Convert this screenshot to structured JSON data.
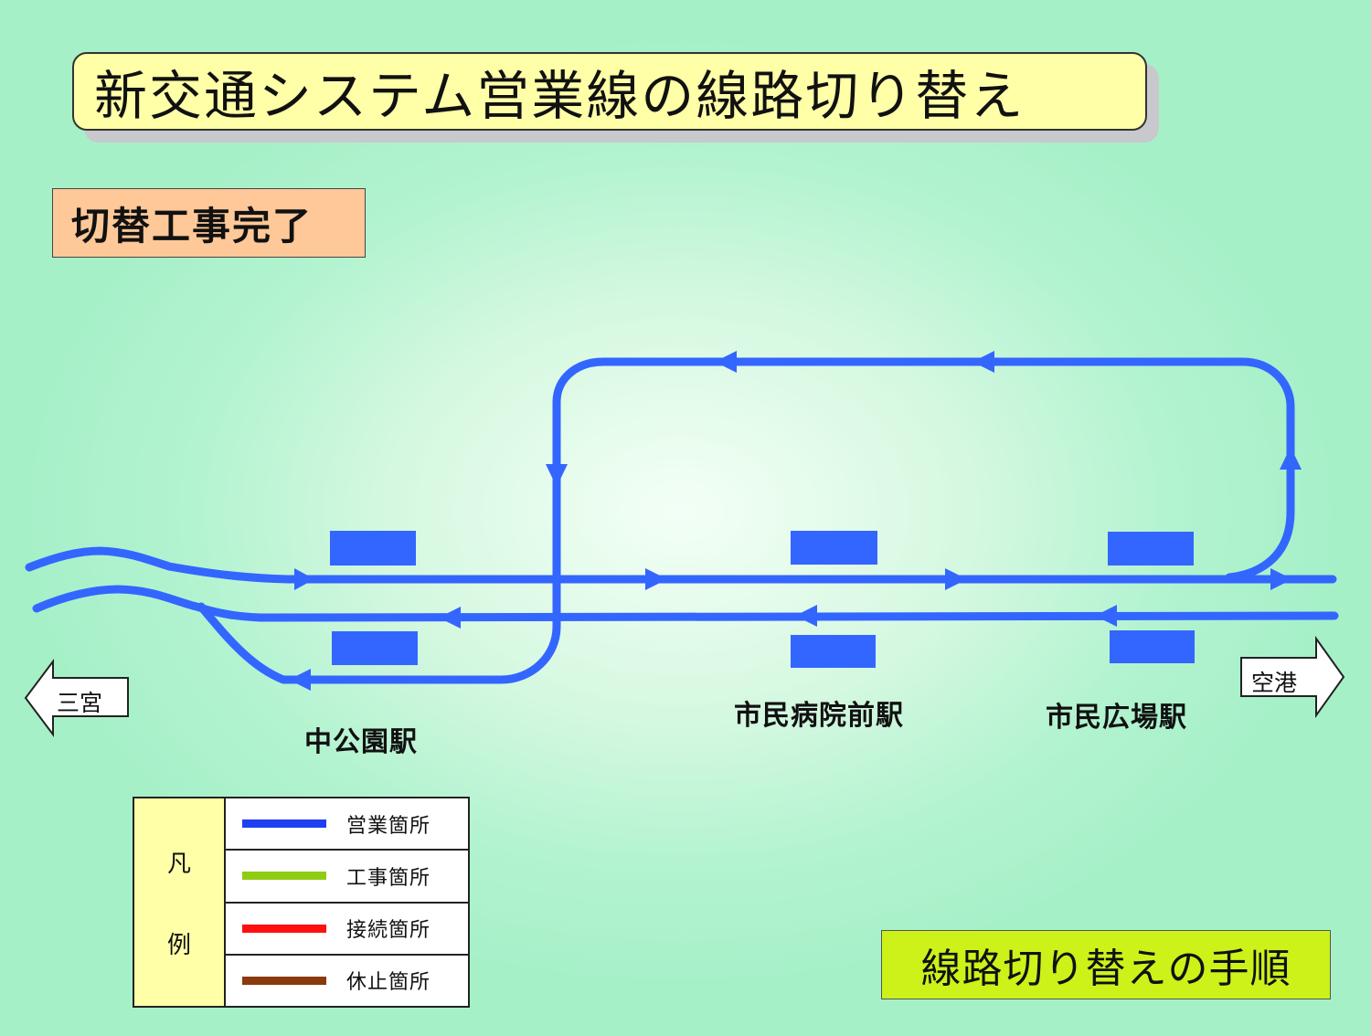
{
  "title": "新交通システム営業線の線路切り替え",
  "status": "切替工事完了",
  "stations": {
    "naka_koen": "中公園駅",
    "shimin_byoin": "市民病院前駅",
    "shimin_hiroba": "市民広場駅"
  },
  "directions": {
    "left": "三宮",
    "right": "空港"
  },
  "legend": {
    "heading_1": "凡",
    "heading_2": "例",
    "items": [
      {
        "label": "営業箇所",
        "color": "#1f3ff0"
      },
      {
        "label": "工事箇所",
        "color": "#8fcc14"
      },
      {
        "label": "接続箇所",
        "color": "#ff1010"
      },
      {
        "label": "休止箇所",
        "color": "#8a3a0c"
      }
    ]
  },
  "procedure_label": "線路切り替えの手順",
  "colors": {
    "track": "#3366ff",
    "platform": "#3366ff"
  }
}
